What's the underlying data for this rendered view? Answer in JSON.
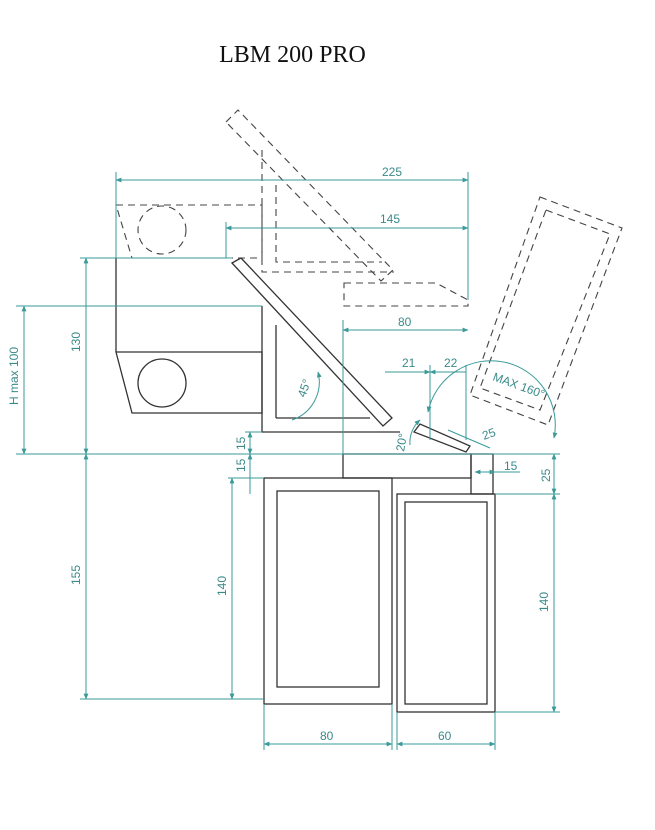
{
  "title": "LBM 200 PRO",
  "colors": {
    "outline": "#333333",
    "dimension": "#3a9a9a",
    "background": "#ffffff"
  },
  "dimensions": {
    "d225": "225",
    "d145": "145",
    "d80_top": "80",
    "d21": "21",
    "d22": "22",
    "max_angle": "MAX 160°",
    "d25_a": "25",
    "d15_right": "15",
    "d25_right": "25",
    "d130": "130",
    "h_max": "H max 100",
    "d15_a": "15",
    "d15_b": "15",
    "d155": "155",
    "d140_left": "140",
    "d140_right": "140",
    "angle45": "45°",
    "angle20": "20°",
    "d80_bottom": "80",
    "d60": "60"
  }
}
